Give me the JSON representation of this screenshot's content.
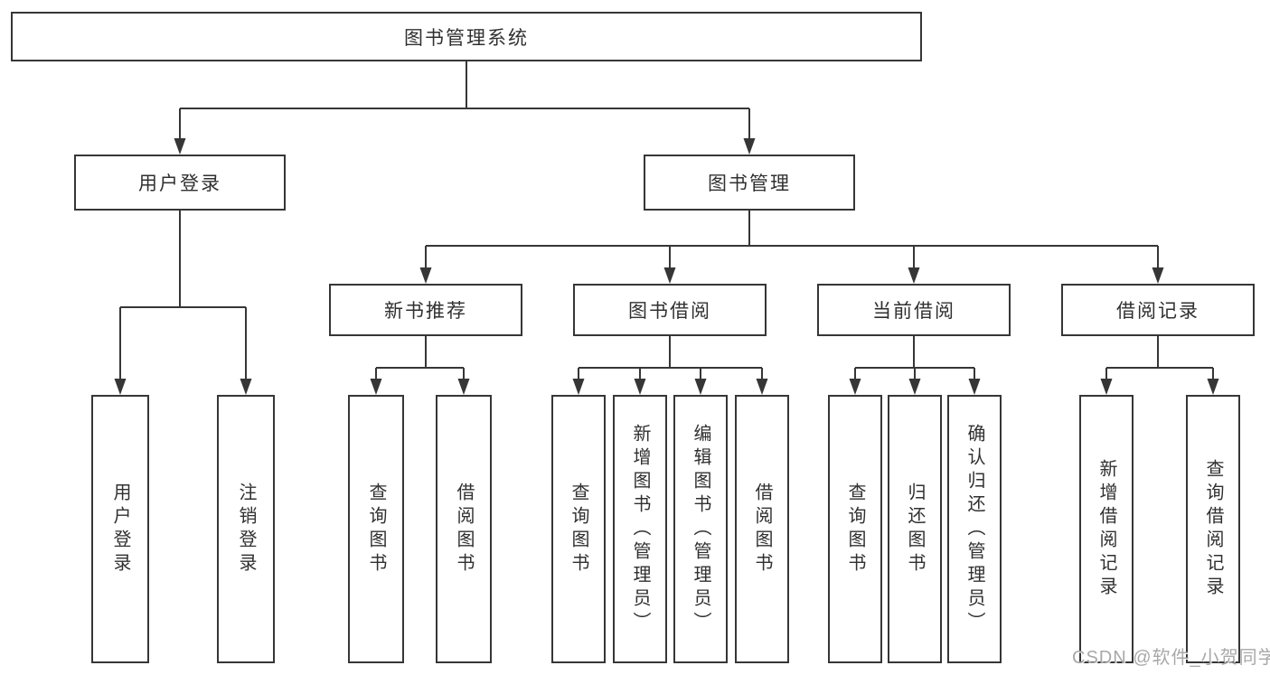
{
  "diagram": {
    "title": "图书管理系统",
    "watermark": "CSDN @软件_小贺同学",
    "colors": {
      "line": "#363636",
      "box_border": "#363636",
      "text": "#303030",
      "watermark": "#9e9e9e"
    },
    "nodes": {
      "root": {
        "label": "图书管理系统"
      },
      "user_login": {
        "label": "用户登录"
      },
      "book_mgmt": {
        "label": "图书管理"
      },
      "new_rec": {
        "label": "新书推荐"
      },
      "book_borrow": {
        "label": "图书借阅"
      },
      "current_borrow": {
        "label": "当前借阅"
      },
      "borrow_records": {
        "label": "借阅记录"
      },
      "leaf_user_login": {
        "label": "用户登录"
      },
      "leaf_logout": {
        "label": "注销登录"
      },
      "leaf_query_books_rec": {
        "label": "查询图书"
      },
      "leaf_borrow_books_rec": {
        "label": "借阅图书"
      },
      "leaf_query_books_borrow": {
        "label": "查询图书"
      },
      "leaf_add_book": {
        "label": "新增图书（管理员）"
      },
      "leaf_edit_book": {
        "label": "编辑图书（管理员）"
      },
      "leaf_borrow_books_borrow": {
        "label": "借阅图书"
      },
      "leaf_query_books_current": {
        "label": "查询图书"
      },
      "leaf_return_book": {
        "label": "归还图书"
      },
      "leaf_confirm_return": {
        "label": "确认归还（管理员）"
      },
      "leaf_add_borrow_record": {
        "label": "新增借阅记录"
      },
      "leaf_query_borrow_record": {
        "label": "查询借阅记录"
      }
    },
    "hierarchy": {
      "root": [
        "user_login",
        "book_mgmt"
      ],
      "user_login": [
        "leaf_user_login",
        "leaf_logout"
      ],
      "book_mgmt": [
        "new_rec",
        "book_borrow",
        "current_borrow",
        "borrow_records"
      ],
      "new_rec": [
        "leaf_query_books_rec",
        "leaf_borrow_books_rec"
      ],
      "book_borrow": [
        "leaf_query_books_borrow",
        "leaf_add_book",
        "leaf_edit_book",
        "leaf_borrow_books_borrow"
      ],
      "current_borrow": [
        "leaf_query_books_current",
        "leaf_return_book",
        "leaf_confirm_return"
      ],
      "borrow_records": [
        "leaf_add_borrow_record",
        "leaf_query_borrow_record"
      ]
    }
  }
}
